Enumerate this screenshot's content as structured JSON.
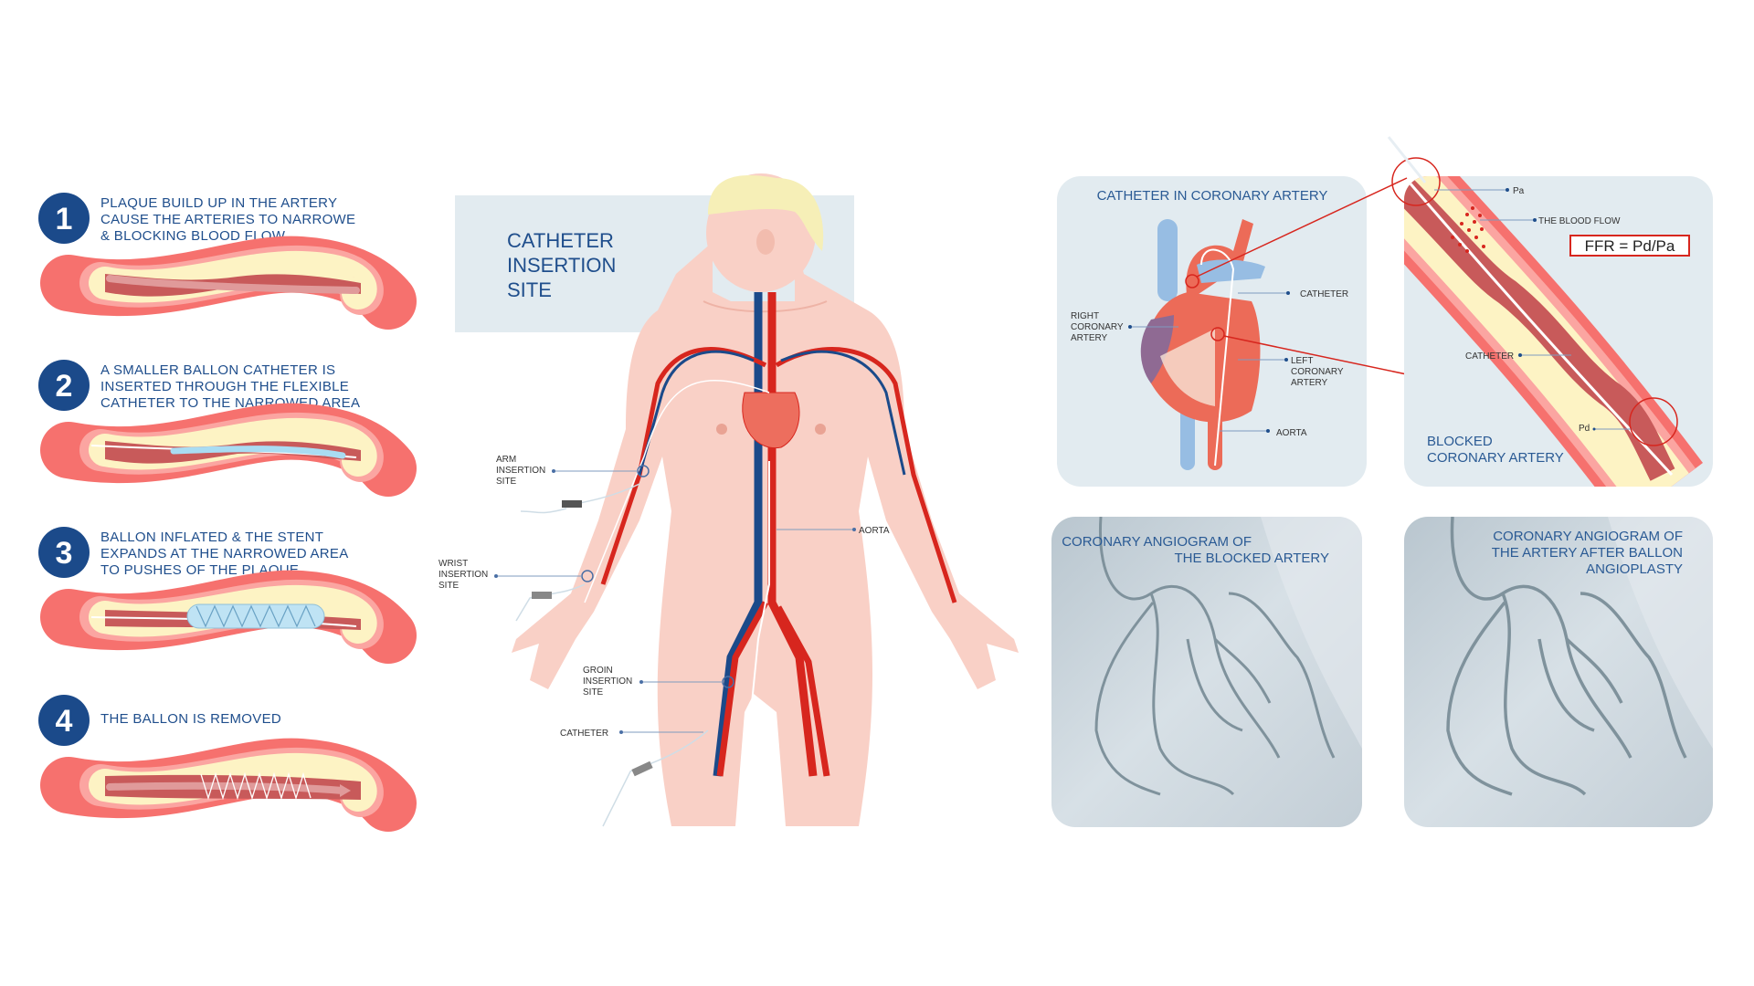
{
  "steps": [
    {
      "number": "1",
      "lines": [
        "PLAQUE BUILD UP IN THE ARTERY",
        "CAUSE THE ARTERIES TO NARROWE",
        "& BLOCKING BLOOD FLOW"
      ]
    },
    {
      "number": "2",
      "lines": [
        "A SMALLER BALLON CATHETER IS",
        "INSERTED THROUGH THE FLEXIBLE",
        "CATHETER TO THE NARROWED AREA"
      ]
    },
    {
      "number": "3",
      "lines": [
        "BALLON INFLATED & THE STENT",
        "EXPANDS AT THE NARROWED AREA",
        "TO PUSHES OF THE PLAQUE"
      ]
    },
    {
      "number": "4",
      "lines": [
        "THE BALLON IS REMOVED"
      ]
    }
  ],
  "insertion": {
    "title_lines": [
      "CATHETER",
      "INSERTION",
      "SITE"
    ],
    "labels": {
      "arm": [
        "ARM",
        "INSERTION",
        "SITE"
      ],
      "wrist": [
        "WRIST",
        "INSERTION",
        "SITE"
      ],
      "groin": [
        "GROIN",
        "INSERTION",
        "SITE"
      ],
      "catheter": "CATHETER",
      "aorta": "AORTA"
    }
  },
  "heart_panel": {
    "title": "CATHETER IN CORONARY ARTERY",
    "labels": {
      "catheter": "CATHETER",
      "right_coronary": [
        "RIGHT",
        "CORONARY",
        "ARTERY"
      ],
      "left_coronary": [
        "LEFT",
        "CORONARY",
        "ARTERY"
      ],
      "aorta": "AORTA"
    }
  },
  "artery_panel": {
    "pa": "Pa",
    "blood_flow": "THE BLOOD FLOW",
    "formula": "FFR = Pd/Pa",
    "catheter": "CATHETER",
    "pd": "Pd",
    "title_lines": [
      "BLOCKED",
      "CORONARY ARTERY"
    ]
  },
  "angio_blocked": {
    "title_lines": [
      "CORONARY ANGIOGRAM OF",
      "THE BLOCKED ARTERY"
    ]
  },
  "angio_after": {
    "title_lines": [
      "CORONARY ANGIOGRAM OF",
      "THE ARTERY AFTER BALLON",
      "ANGIOPLASTY"
    ]
  },
  "colors": {
    "brand_blue": "#1f4e8c",
    "artery_red": "#d7261e",
    "vein_blue": "#1b4a8a",
    "skin": "#f9d0c6",
    "panel_bg": "#e2ebf0"
  }
}
